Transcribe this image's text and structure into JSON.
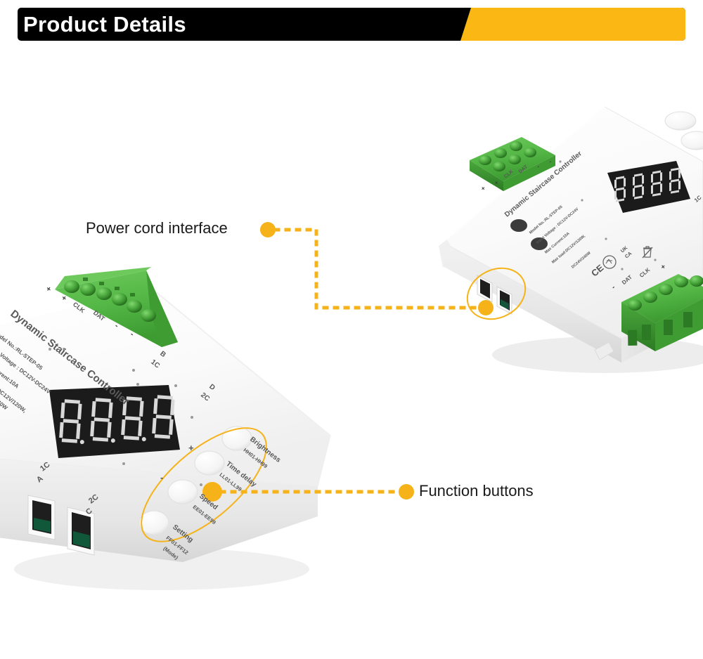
{
  "header": {
    "title": "Product Details",
    "black_color": "#000000",
    "accent_color": "#FBB713"
  },
  "callouts": [
    {
      "id": "power-cord",
      "label": "Power cord interface",
      "dot_color": "#F6B319",
      "leader_style": "dotted"
    },
    {
      "id": "function-buttons",
      "label": "Function buttons",
      "dot_color": "#F6B319",
      "leader_style": "dotted"
    }
  ],
  "device": {
    "brand_text": "Dynamic Staircase Controller",
    "spec_lines": [
      "Model No.:RL-STEP-05",
      "Input Voltage : DC12V-DC24V",
      "Max Current:10A",
      "Max load:DC12V/120W,",
      "DC24V/240W"
    ],
    "display": {
      "digits": "8.8.8.8.",
      "segment_count": 4,
      "bezel_color": "#1b1b1b",
      "segment_color": "#d9d9d9"
    },
    "terminal": {
      "color": "#55B847",
      "pin_count": 6,
      "pin_labels": [
        "+",
        "+",
        "CLK",
        "DAT",
        "-",
        "-"
      ],
      "pin_labels_reversed": [
        "-",
        "-",
        "DAT",
        "CLK",
        "+",
        "+"
      ]
    },
    "side_labels": [
      {
        "top": "B",
        "bottom": "1C"
      },
      {
        "top": "D",
        "bottom": "2C"
      }
    ],
    "port_labels": [
      {
        "top": "1C",
        "bottom": "A"
      },
      {
        "top": "2C",
        "bottom": "C"
      }
    ],
    "buttons": [
      {
        "name": "Brightness",
        "range": "HH01-HH99"
      },
      {
        "name": "Time delay",
        "range": "LL01-LL99"
      },
      {
        "name": "Speed",
        "range": "EE01-EE99"
      },
      {
        "name": "Setting",
        "range": "FF01-FF12",
        "note": "(Mode)"
      }
    ],
    "marks": [
      "CE",
      "RoHS",
      "UKCA",
      "WEEE"
    ],
    "mark_ukca_line1": "UK",
    "mark_ukca_line2": "CA",
    "mark_ce": "CE",
    "plus": "+",
    "minus": "-"
  },
  "colors": {
    "body_white": "#fbfbfb",
    "body_shadow": "#e2e2e2",
    "green": "#55B847",
    "green_dark": "#2f7d26",
    "accent": "#F6B319",
    "pcb_green": "#0d5c3a"
  }
}
